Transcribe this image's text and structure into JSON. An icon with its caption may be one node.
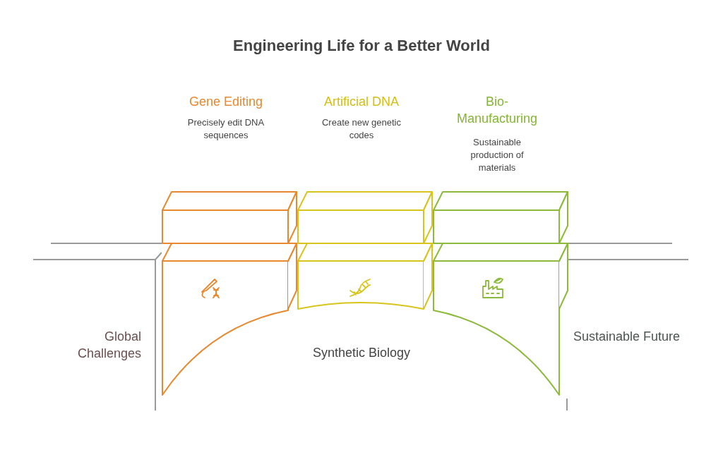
{
  "diagram": {
    "title": "Engineering Life for a Better World",
    "nodes": [
      {
        "text": [
          "Gene Editing",
          "Precisely edit DNA sequences"
        ]
      },
      {
        "text": [
          "Artificial DNA",
          "Create new genetic codes"
        ]
      },
      {
        "text": [
          "Bio-Manufacturing",
          "Sustainable production of materials"
        ]
      }
    ],
    "labels": [
      "Global Challenges",
      "Synthetic Biology",
      "Sustainable Future"
    ]
  }
}
